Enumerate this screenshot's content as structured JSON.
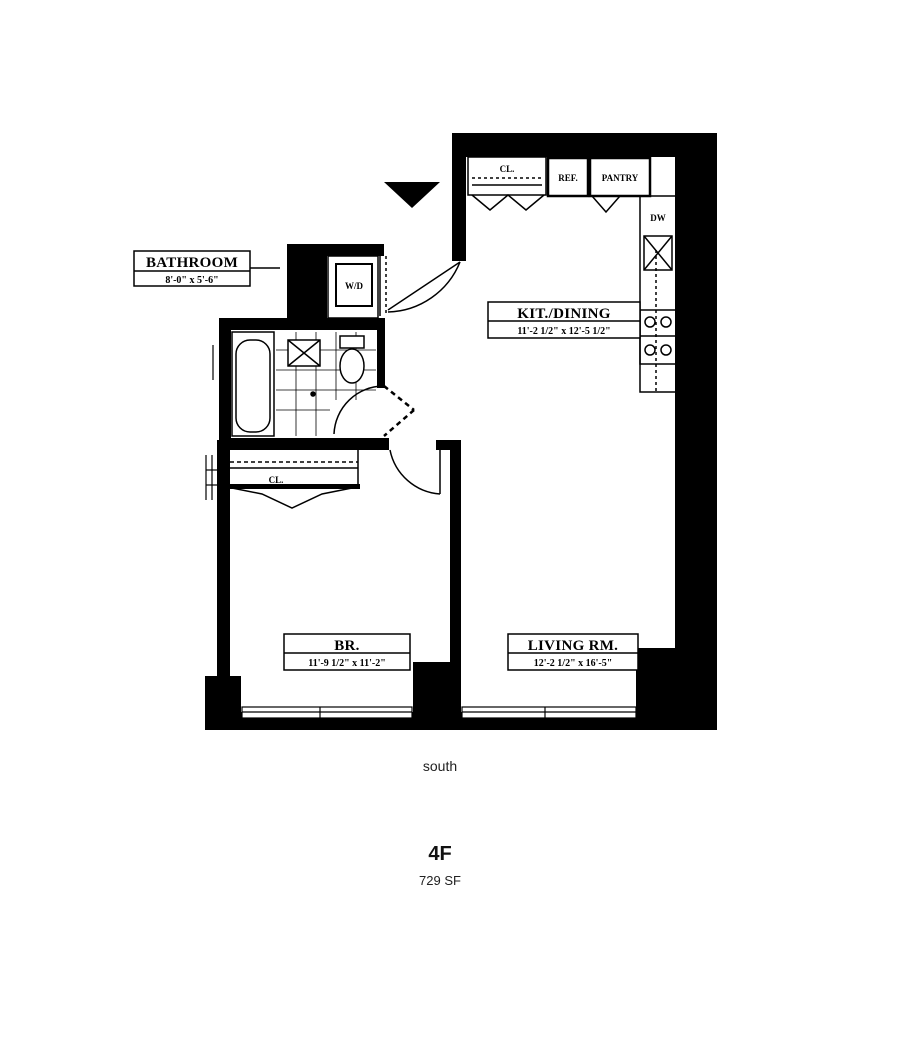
{
  "rooms": {
    "bathroom": {
      "name": "BATHROOM",
      "dims": "8'-0\" x 5'-6\""
    },
    "kitchen_dining": {
      "name": "KIT./DINING",
      "dims": "11'-2 1/2\" x 12'-5 1/2\""
    },
    "bedroom": {
      "name": "BR.",
      "dims": "11'-9 1/2\" x 11'-2\""
    },
    "living": {
      "name": "LIVING RM.",
      "dims": "12'-2 1/2\" x 16'-5\""
    }
  },
  "fixtures": {
    "closet_kitchen": "CL.",
    "closet_bedroom": "CL.",
    "refrigerator": "REF.",
    "pantry": "PANTRY",
    "dishwasher": "DW",
    "washer_dryer": "W/D"
  },
  "orientation": "south",
  "unit": {
    "name": "4F",
    "area": "729 SF"
  },
  "colors": {
    "wall": "#000000",
    "paper": "#ffffff"
  }
}
